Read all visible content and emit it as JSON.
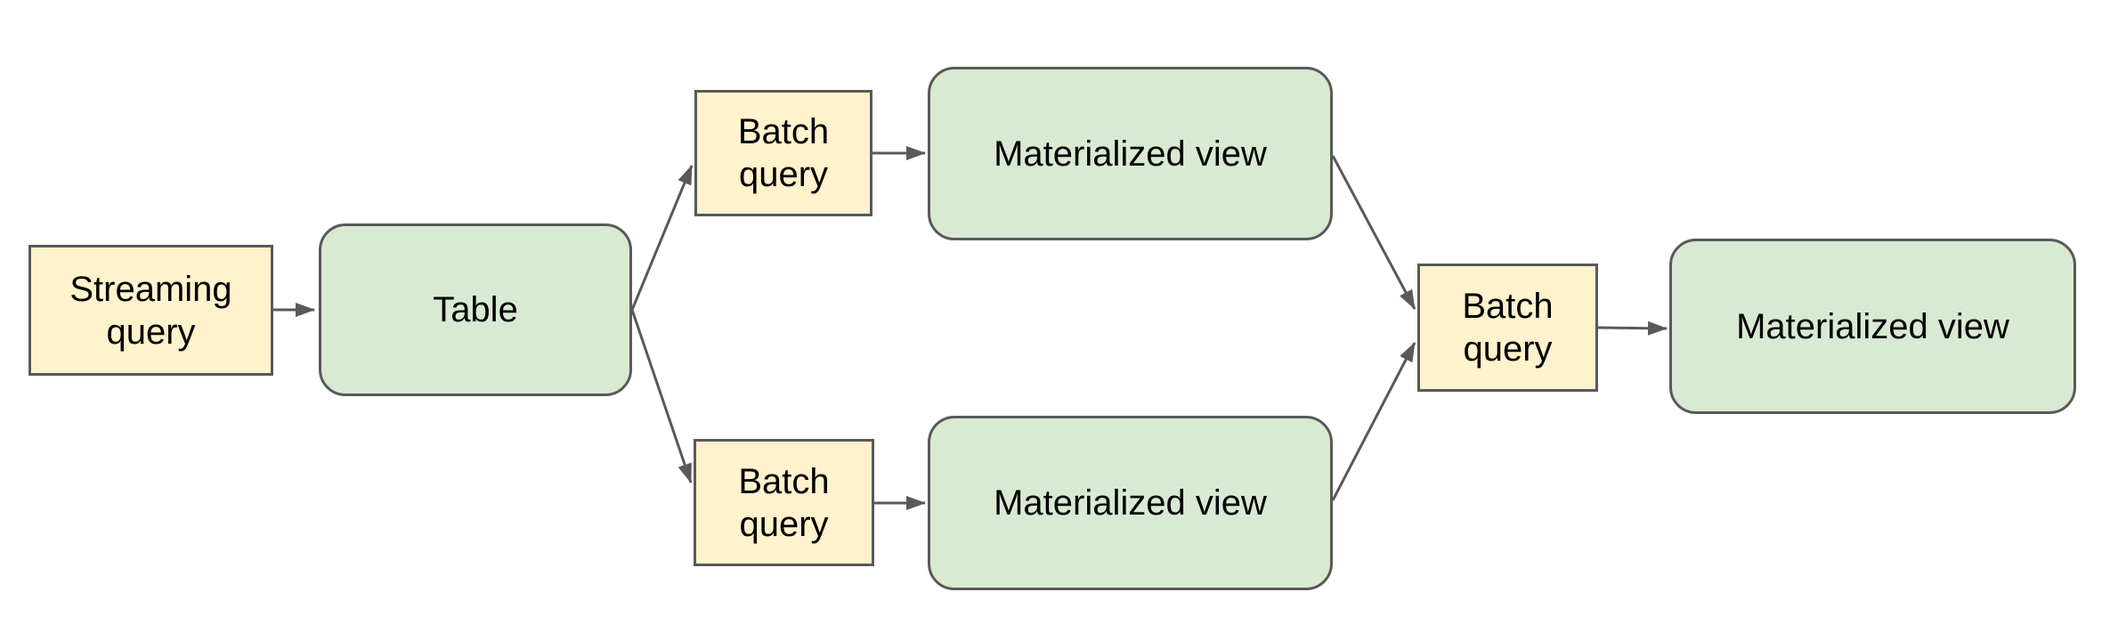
{
  "diagram": {
    "nodes": [
      {
        "id": "streaming-query",
        "label": "Streaming query",
        "shape": "rectangle",
        "fill": "#fff2cc"
      },
      {
        "id": "table",
        "label": "Table",
        "shape": "rounded-rectangle",
        "fill": "#d9ead3"
      },
      {
        "id": "batch-query-top",
        "label": "Batch query",
        "shape": "rectangle",
        "fill": "#fff2cc"
      },
      {
        "id": "materialized-view-top",
        "label": "Materialized view",
        "shape": "rounded-rectangle",
        "fill": "#d9ead3"
      },
      {
        "id": "batch-query-bottom",
        "label": "Batch query",
        "shape": "rectangle",
        "fill": "#fff2cc"
      },
      {
        "id": "materialized-view-bottom",
        "label": "Materialized view",
        "shape": "rounded-rectangle",
        "fill": "#d9ead3"
      },
      {
        "id": "batch-query-final",
        "label": "Batch query",
        "shape": "rectangle",
        "fill": "#fff2cc"
      },
      {
        "id": "materialized-view-final",
        "label": "Materialized view",
        "shape": "rounded-rectangle",
        "fill": "#d9ead3"
      }
    ],
    "edges": [
      {
        "from": "streaming-query",
        "to": "table"
      },
      {
        "from": "table",
        "to": "batch-query-top"
      },
      {
        "from": "table",
        "to": "batch-query-bottom"
      },
      {
        "from": "batch-query-top",
        "to": "materialized-view-top"
      },
      {
        "from": "batch-query-bottom",
        "to": "materialized-view-bottom"
      },
      {
        "from": "materialized-view-top",
        "to": "batch-query-final"
      },
      {
        "from": "materialized-view-bottom",
        "to": "batch-query-final"
      },
      {
        "from": "batch-query-final",
        "to": "materialized-view-final"
      }
    ],
    "colors": {
      "query_fill": "#fff2cc",
      "store_fill": "#d9ead3",
      "border": "#595959",
      "arrow": "#595959",
      "text": "#000000",
      "background": "#ffffff"
    }
  }
}
